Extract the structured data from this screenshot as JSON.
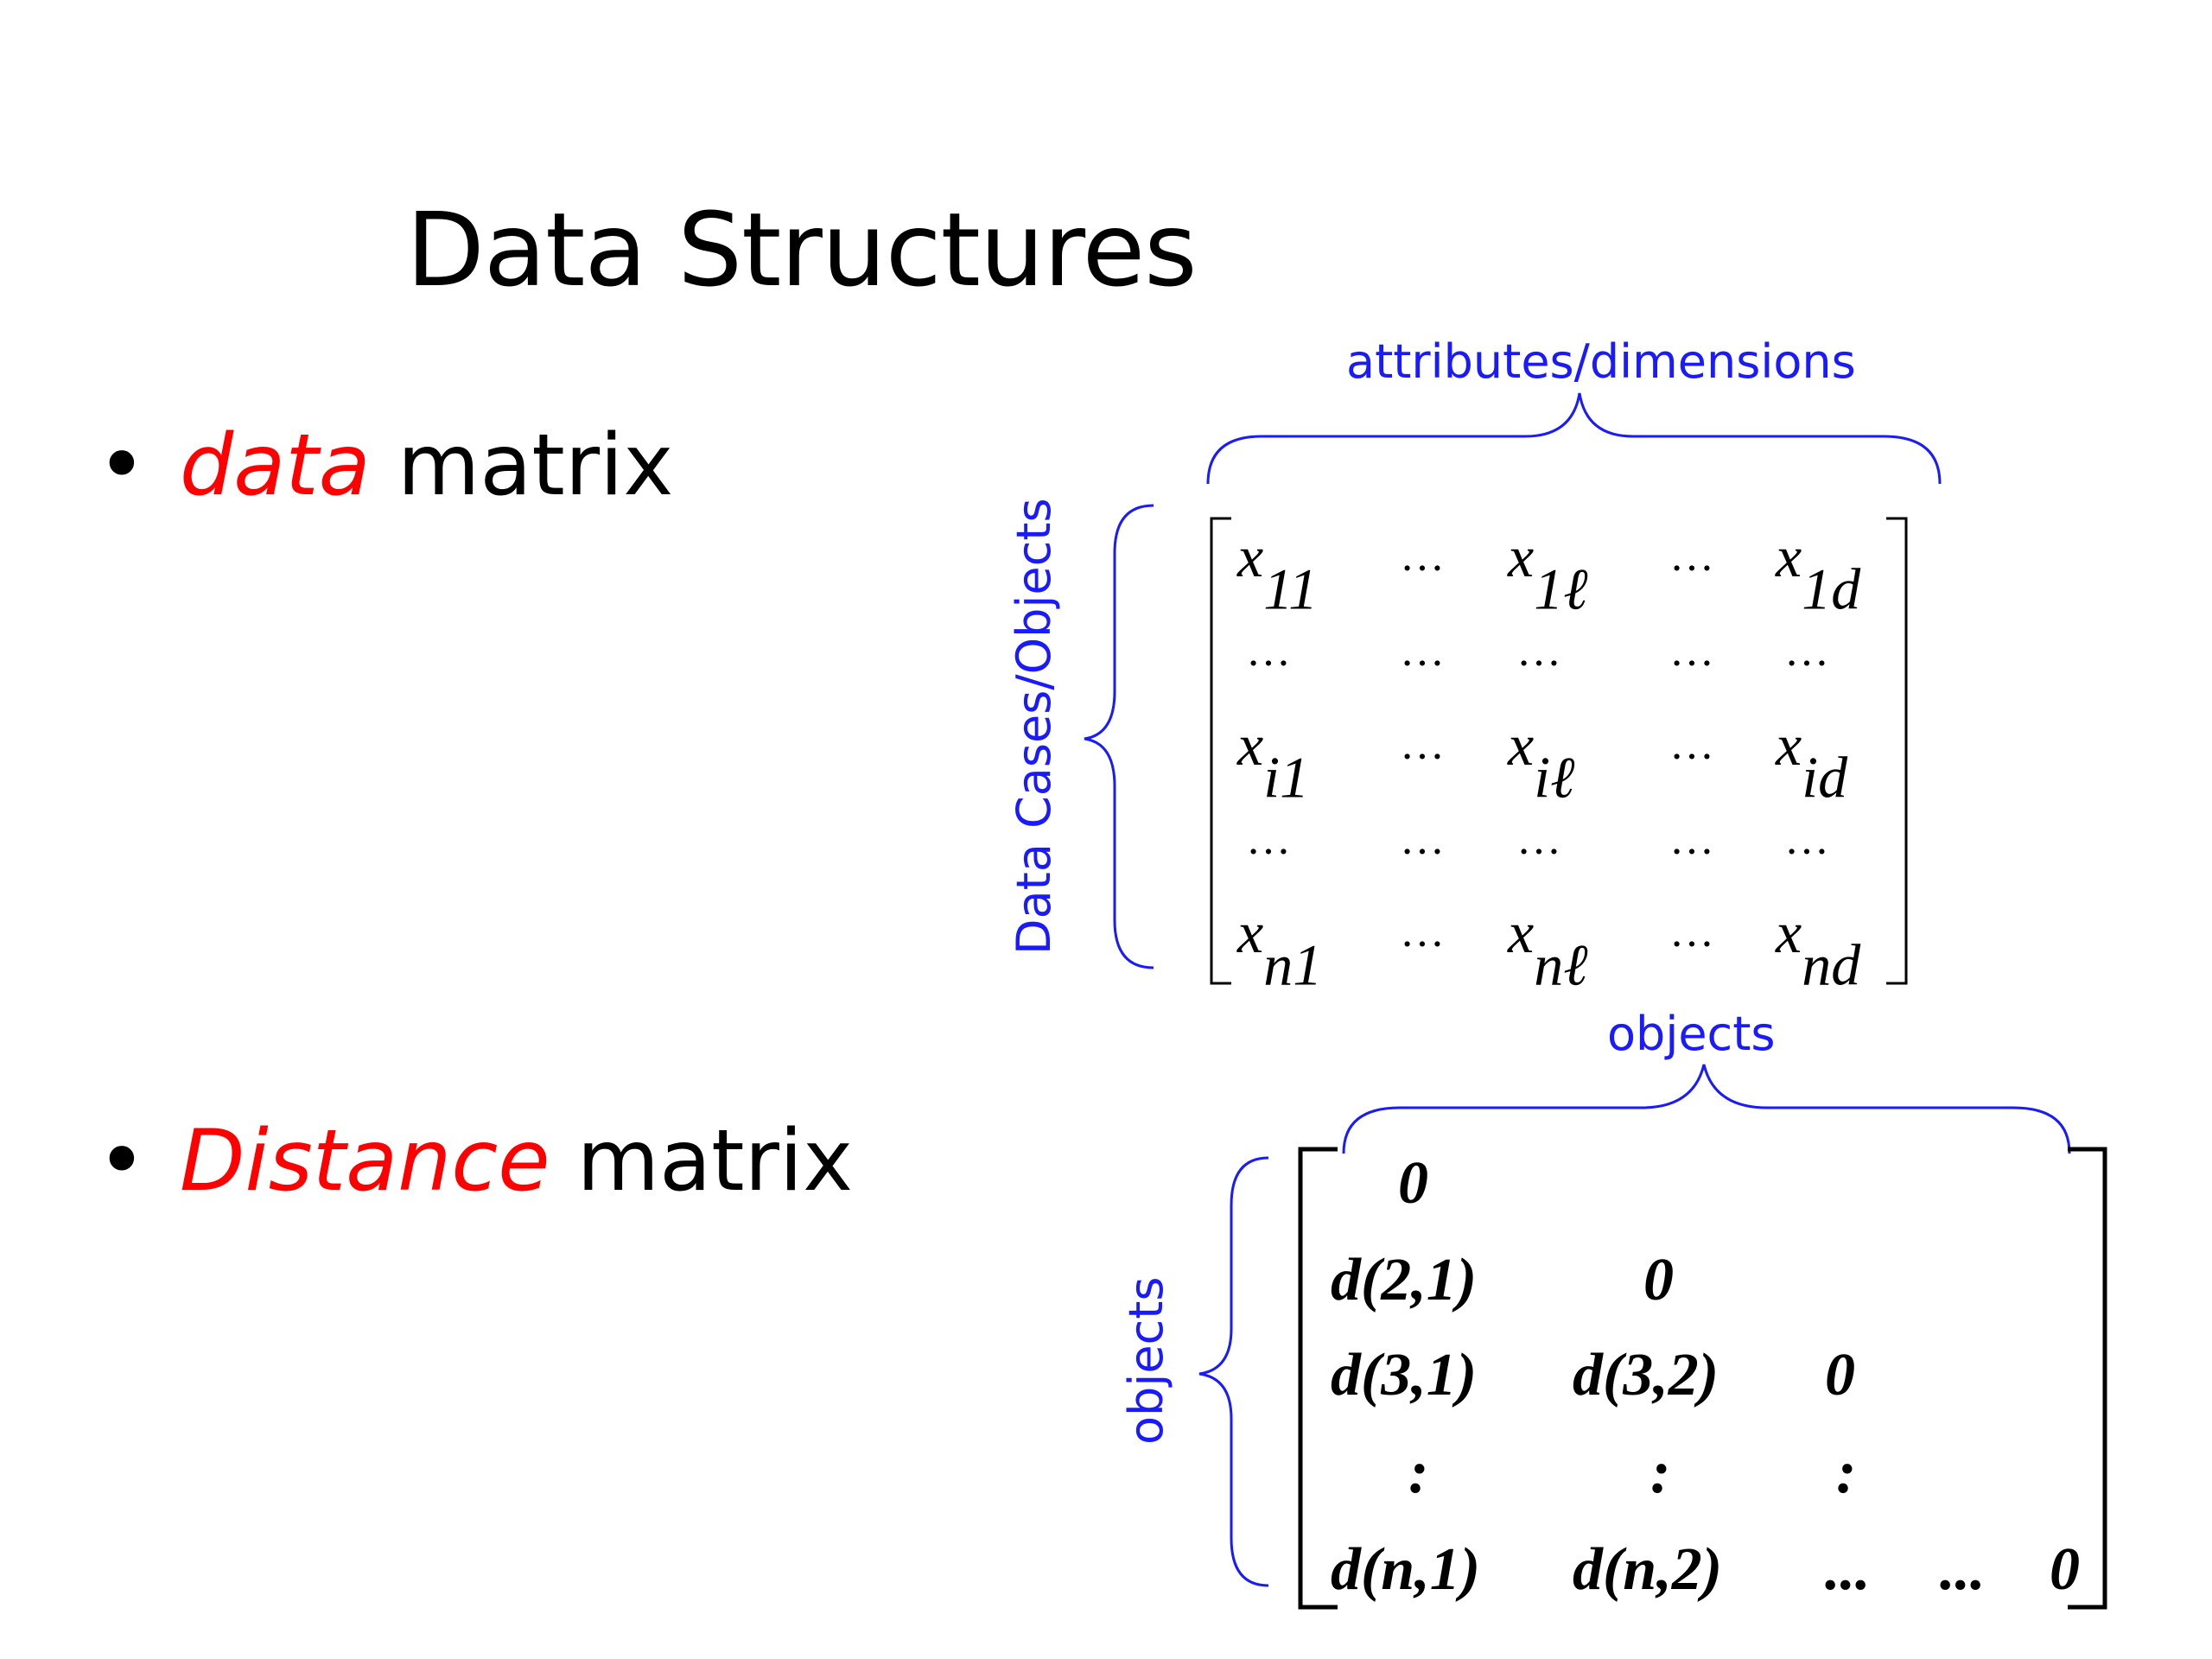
{
  "slide": {
    "title": "Data Structures",
    "bullets": [
      {
        "marker": "•",
        "emphasis": "data",
        "rest": " matrix"
      },
      {
        "marker": "•",
        "emphasis": "Distance",
        "rest": " matrix"
      }
    ]
  },
  "data_matrix": {
    "top_label": "attributes/dimensions",
    "side_label": "Data Cases/Objects",
    "rows": [
      [
        {
          "b": "x",
          "s": "11"
        },
        "…",
        {
          "b": "x",
          "s": "1ℓ"
        },
        "…",
        {
          "b": "x",
          "s": "1d"
        }
      ],
      [
        "…",
        "…",
        "…",
        "…",
        "…"
      ],
      [
        {
          "b": "x",
          "s": "i1"
        },
        "…",
        {
          "b": "x",
          "s": "iℓ"
        },
        "…",
        {
          "b": "x",
          "s": "id"
        }
      ],
      [
        "…",
        "…",
        "…",
        "…",
        "…"
      ],
      [
        {
          "b": "x",
          "s": "n1"
        },
        "…",
        {
          "b": "x",
          "s": "nℓ"
        },
        "…",
        {
          "b": "x",
          "s": "nd"
        }
      ]
    ]
  },
  "distance_matrix": {
    "top_label": "objects",
    "side_label": "objects",
    "rows": [
      [
        "0"
      ],
      [
        "d(2,1)",
        "0"
      ],
      [
        "d(3,1)",
        "d(3,2)",
        "0"
      ],
      [
        ":",
        ":",
        ":"
      ],
      [
        "d(n,1)",
        "d(n,2)",
        "...",
        "...",
        "0"
      ]
    ]
  },
  "colors": {
    "accent": "#ff0000",
    "label": "#1a1aff",
    "text": "#000000"
  }
}
